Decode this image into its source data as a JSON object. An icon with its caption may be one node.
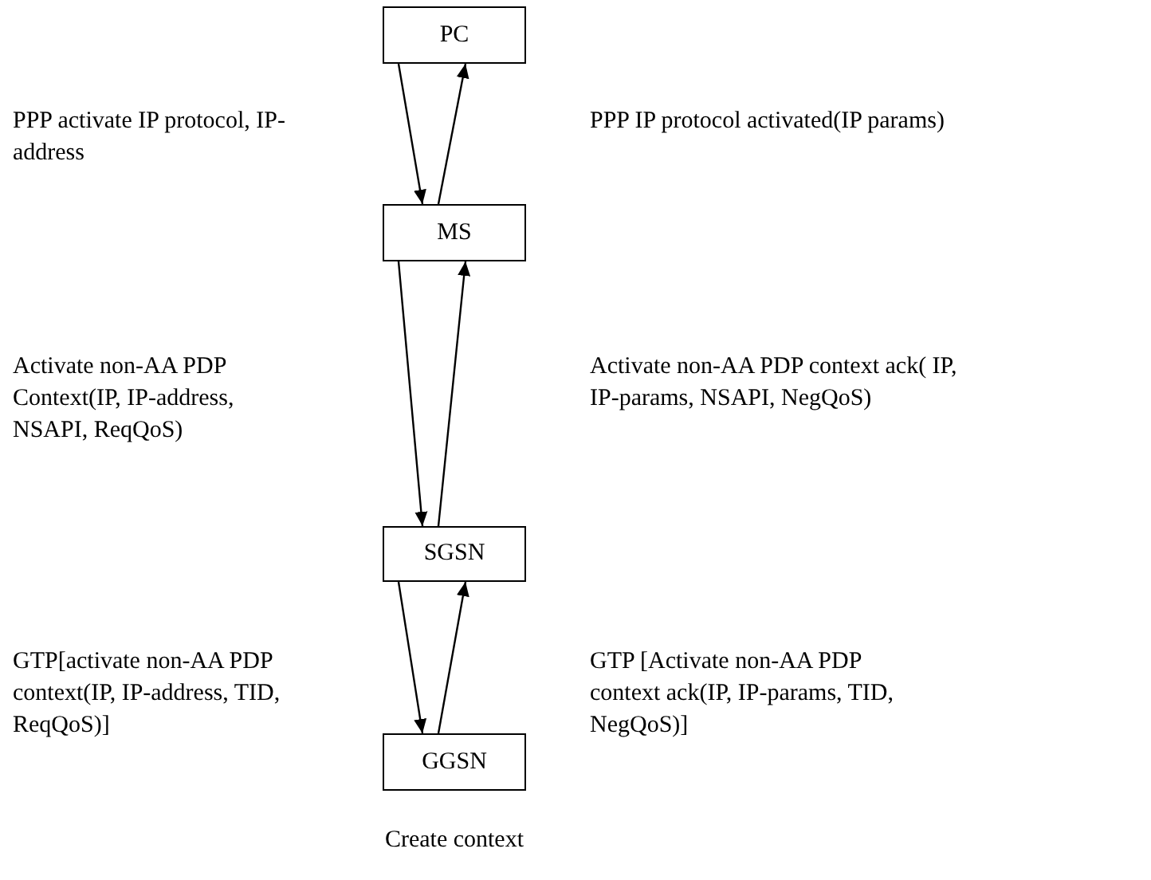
{
  "diagram": {
    "nodes": [
      {
        "text": [
          "PC"
        ]
      },
      {
        "text": [
          "MS"
        ]
      },
      {
        "text": [
          "SGSN"
        ]
      },
      {
        "text": [
          "GGSN"
        ],
        "beside": [
          "Create context"
        ]
      }
    ],
    "edges": [
      {
        "from": 0,
        "to": 1,
        "arrow": "to"
      },
      {
        "from": 1,
        "to": 0,
        "arrow": "to"
      },
      {
        "from": 1,
        "to": 2,
        "arrow": "to"
      },
      {
        "from": 2,
        "to": 1,
        "arrow": "to"
      },
      {
        "from": 2,
        "to": 3,
        "arrow": "to"
      },
      {
        "from": 3,
        "to": 2,
        "arrow": "to"
      }
    ],
    "labels": [
      "PPP activate IP protocol, IP-address",
      "PPP IP protocol activated(IP params)",
      "Activate non-AA PDP Context(IP, IP-address, NSAPI, ReqQoS)",
      "Activate non-AA PDP context ack( IP, IP-params, NSAPI, NegQoS)",
      "GTP[activate non-AA PDP context(IP, IP-address, TID, ReqQoS)]",
      "GTP [Activate non-AA PDP context ack(IP, IP-params, TID, NegQoS)]"
    ]
  }
}
